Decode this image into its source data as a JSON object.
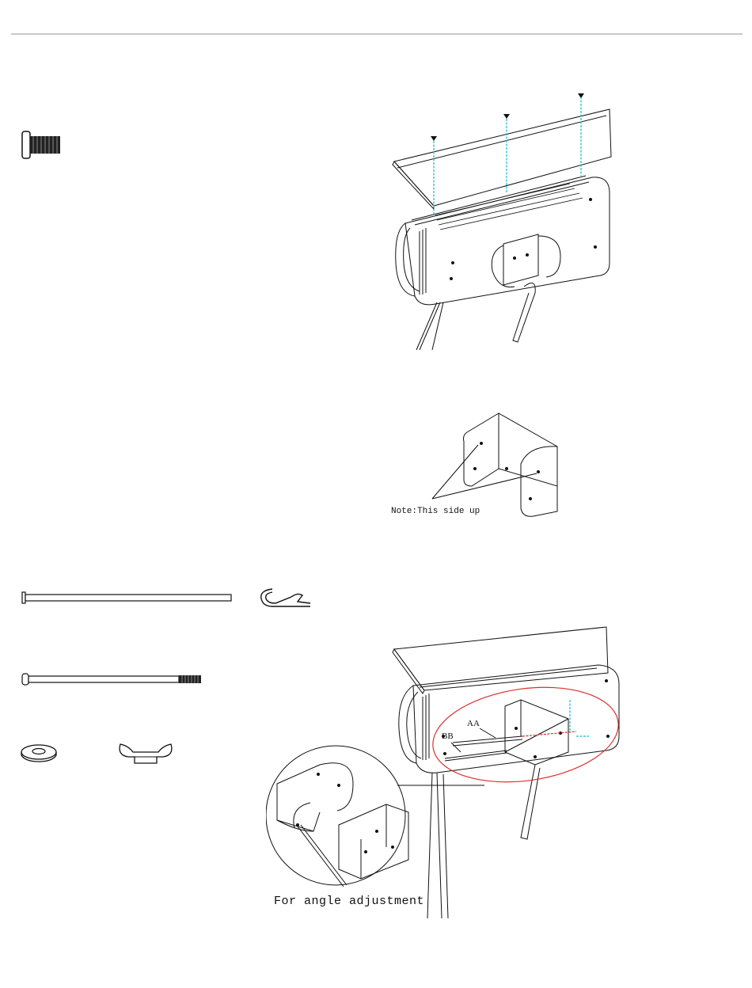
{
  "step2": {
    "hardware": [
      {
        "icon": "screw-icon"
      }
    ]
  },
  "step3": {
    "note": "Note:This side up"
  },
  "step4": {
    "hardware": [
      {
        "icon": "long-pin-icon"
      },
      {
        "icon": "r-clip-icon"
      },
      {
        "icon": "bolt-icon"
      },
      {
        "icon": "washer-icon"
      },
      {
        "icon": "wing-nut-icon"
      }
    ],
    "label_aa": "AA",
    "label_bb": "BB",
    "callout": "For angle adjustment",
    "highlight_color": "#d9302c",
    "guide_color": "#19b9c9"
  }
}
